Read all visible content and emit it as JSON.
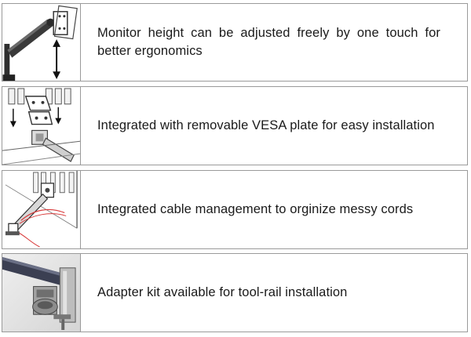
{
  "features": [
    {
      "icon": "monitor-arm-height-icon",
      "text": "Monitor height can be adjusted freely by one touch for better ergonomics"
    },
    {
      "icon": "vesa-plate-icon",
      "text": "Integrated with removable VESA plate for easy installation"
    },
    {
      "icon": "cable-management-icon",
      "text": "Integrated cable management to orginize messy cords"
    },
    {
      "icon": "tool-rail-adapter-icon",
      "text": "Adapter kit available for tool-rail installation"
    }
  ]
}
